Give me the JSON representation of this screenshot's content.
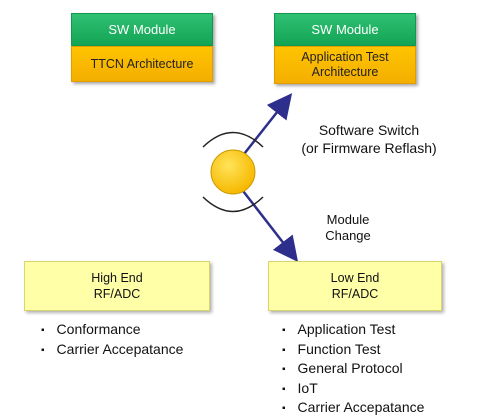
{
  "left_stack": {
    "module": "SW Module",
    "architecture": "TTCN Architecture"
  },
  "right_stack": {
    "module": "SW Module",
    "architecture_line1": "Application Test",
    "architecture_line2": "Architecture"
  },
  "switch_label": {
    "line1": "Software Switch",
    "line2": "(or Firmware Reflash)"
  },
  "change_label": {
    "line1": "Module",
    "line2": "Change"
  },
  "high_end": {
    "line1": "High End",
    "line2": "RF/ADC"
  },
  "low_end": {
    "line1": "Low End",
    "line2": "RF/ADC"
  },
  "high_end_uses": [
    "Conformance",
    "Carrier Accepatance"
  ],
  "low_end_uses": [
    "Application Test",
    "Function Test",
    "General Protocol",
    "IoT",
    "Carrier Accepatance"
  ],
  "colors": {
    "module": "#1aab5d",
    "architecture": "#fbb900",
    "rf_box": "#ffffa8",
    "arrow": "#2e2e8c",
    "circle": "#ffcc00"
  }
}
